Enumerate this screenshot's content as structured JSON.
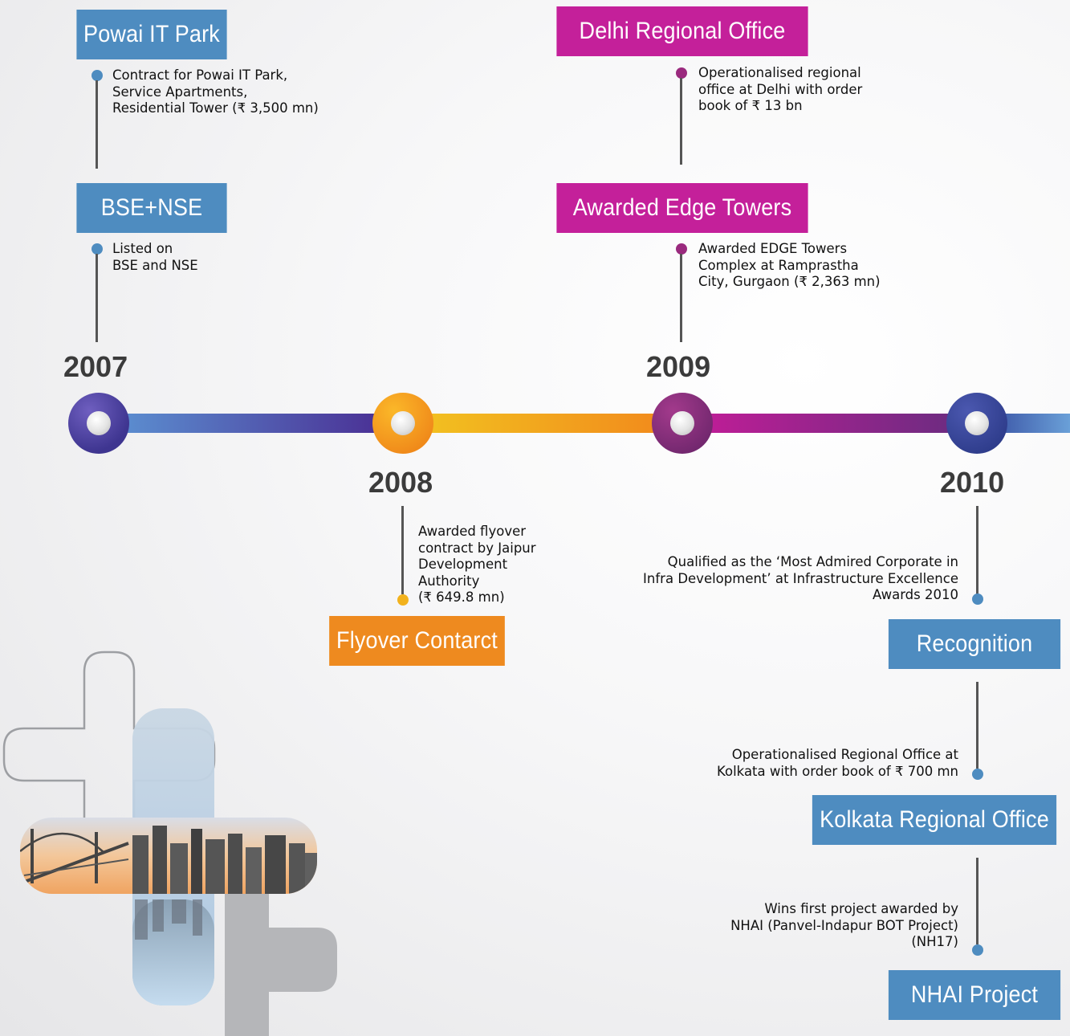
{
  "years": {
    "y2007": "2007",
    "y2008": "2008",
    "y2009": "2009",
    "y2010": "2010"
  },
  "events": {
    "powai": {
      "title": "Powai IT Park",
      "desc": "Contract for Powai IT Park,\nService Apartments,\nResidential Tower (₹ 3,500 mn)"
    },
    "bse_nse": {
      "title": "BSE+NSE",
      "desc": "Listed on\nBSE and NSE"
    },
    "delhi": {
      "title": "Delhi Regional Office",
      "desc": "Operationalised regional\noffice at Delhi with order\nbook of ₹ 13 bn"
    },
    "edge": {
      "title": "Awarded Edge Towers",
      "desc": "Awarded EDGE Towers\nComplex at Ramprastha\nCity, Gurgaon (₹ 2,363 mn)"
    },
    "flyover": {
      "title": "Flyover Contarct",
      "desc": "Awarded flyover\ncontract by Jaipur\nDevelopment\nAuthority\n(₹ 649.8 mn)"
    },
    "recognition": {
      "title": "Recognition",
      "desc": "Qualified as the ‘Most Admired Corporate in\nInfra Development’ at Infrastructure Excellence\nAwards 2010"
    },
    "kolkata": {
      "title": "Kolkata Regional Office",
      "desc": "Operationalised Regional Office at\nKolkata with order book of ₹ 700 mn"
    },
    "nhai": {
      "title": "NHAI Project",
      "desc": "Wins first project awarded by\nNHAI (Panvel-Indapur BOT Project)\n(NH17)"
    }
  },
  "colors": {
    "blue": "#4e8cc0",
    "magenta": "#c4209a",
    "orange": "#ee8a1f",
    "indigo": "#4a3f9a"
  },
  "icons": {
    "decoration": "plus-shapes-cityscape"
  }
}
